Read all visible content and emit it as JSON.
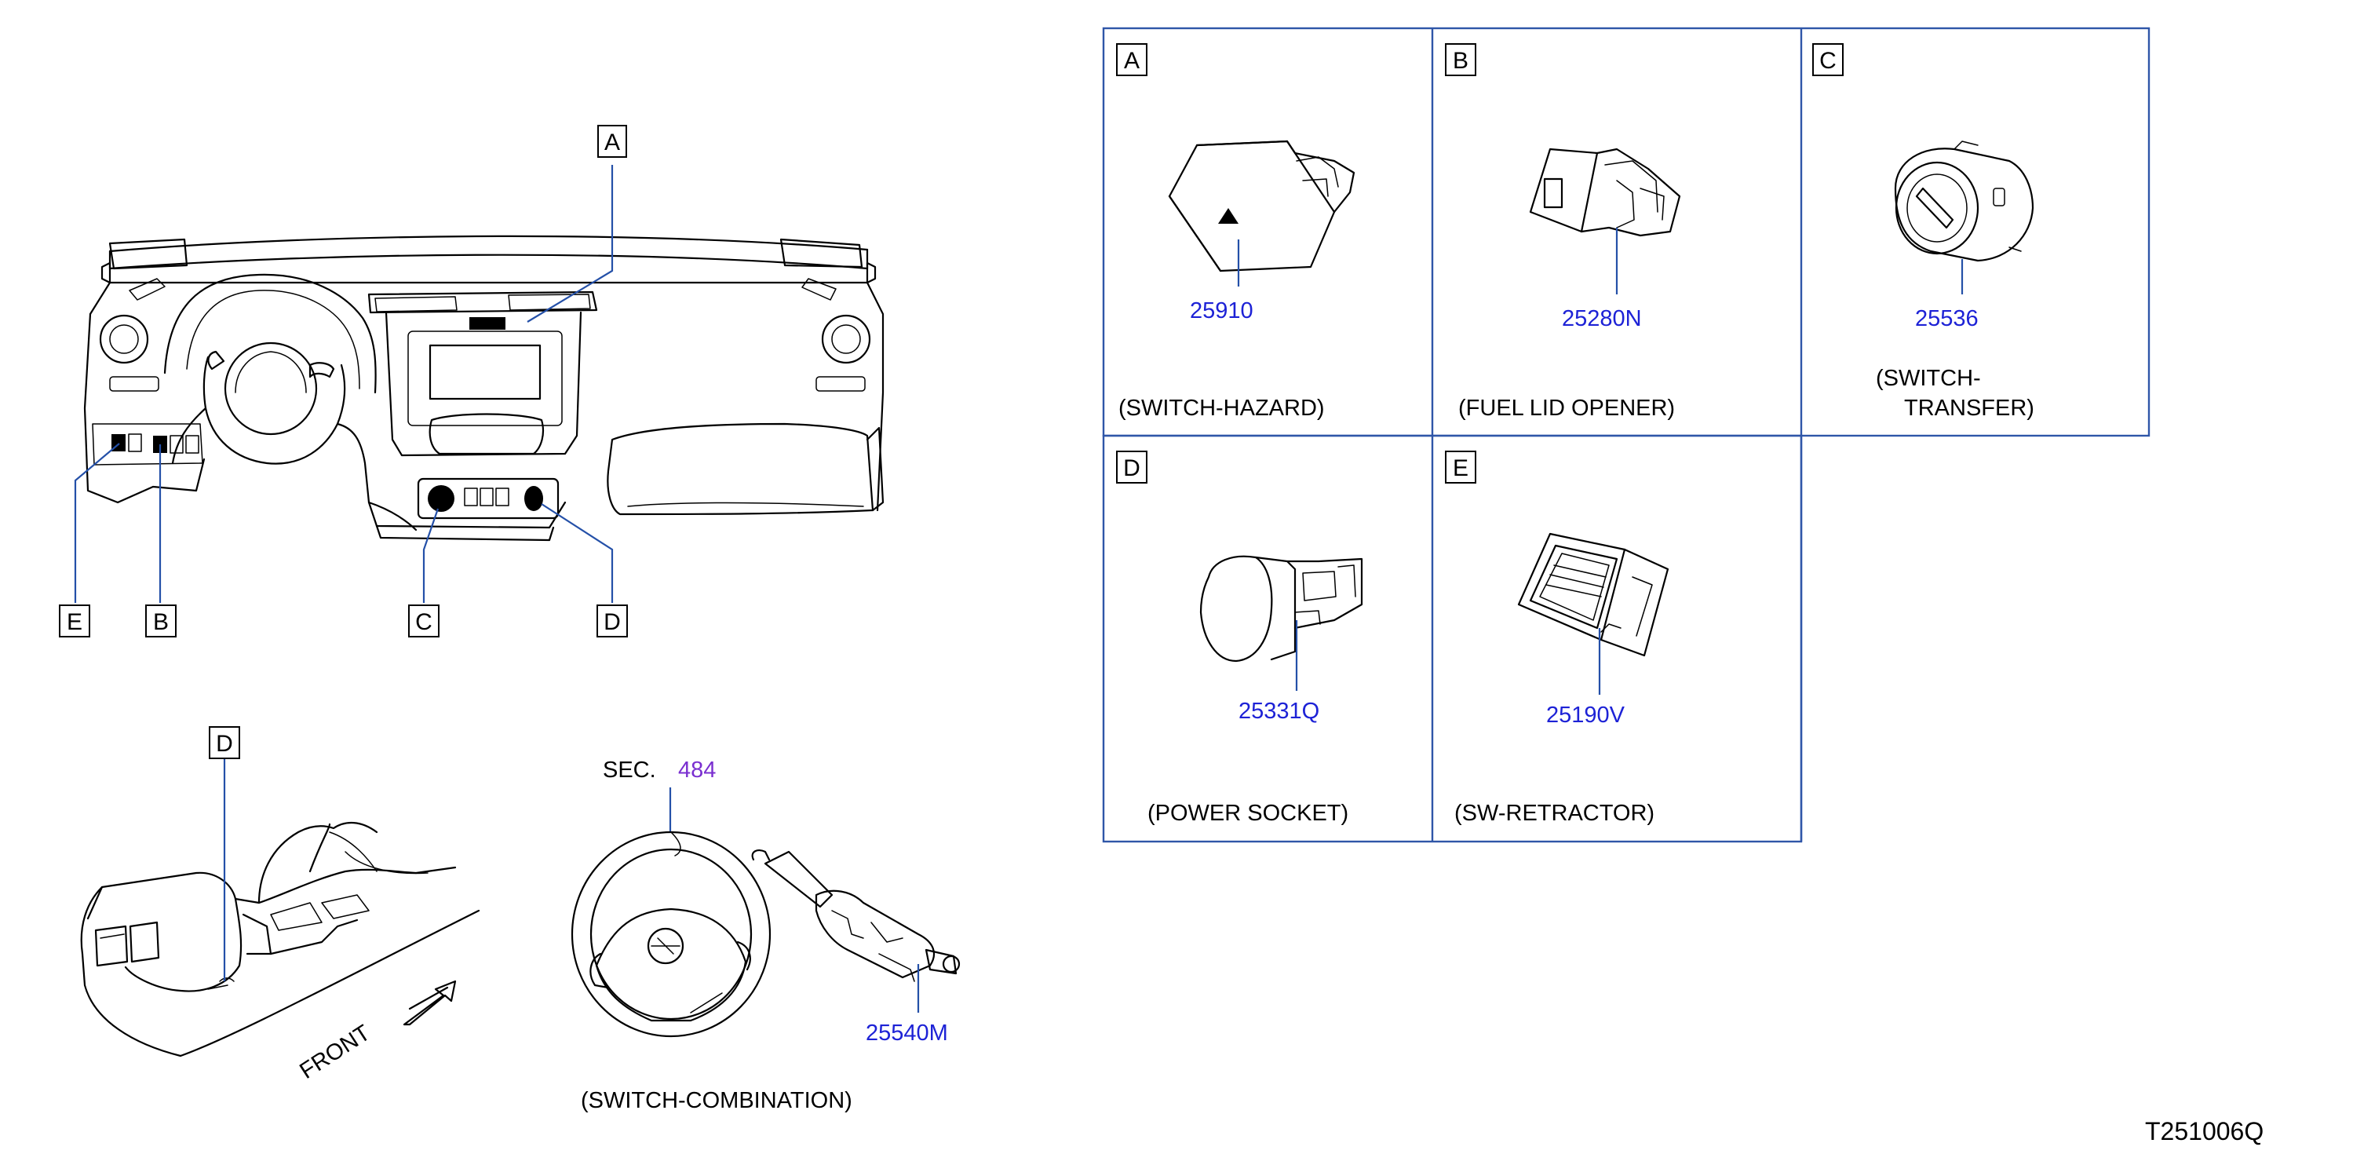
{
  "callouts": {
    "dash_a": "A",
    "dash_b": "B",
    "dash_c": "C",
    "dash_d": "D",
    "dash_e": "E",
    "console_d": "D"
  },
  "section": {
    "prefix": "SEC.",
    "number": "484"
  },
  "combination": {
    "part_number": "25540M",
    "caption": "(SWITCH-COMBINATION)"
  },
  "front_label": "FRONT",
  "panels": [
    {
      "letter": "A",
      "part_number": "25910",
      "caption": [
        "(SWITCH-HAZARD)"
      ]
    },
    {
      "letter": "B",
      "part_number": "25280N",
      "caption": [
        "(FUEL   LID   OPENER)"
      ]
    },
    {
      "letter": "C",
      "part_number": "25536",
      "caption": [
        "(SWITCH-",
        "TRANSFER)"
      ]
    },
    {
      "letter": "D",
      "part_number": "25331Q",
      "caption": [
        "(POWER   SOCKET)"
      ]
    },
    {
      "letter": "E",
      "part_number": "25190V",
      "caption": [
        "(SW-RETRACTOR)"
      ]
    }
  ],
  "diagram_id": "T251006Q",
  "colors": {
    "leader": "#2450a8",
    "part_number": "#1d22d6",
    "section_number": "#7a2fd0",
    "frame": "#2f56a8"
  }
}
